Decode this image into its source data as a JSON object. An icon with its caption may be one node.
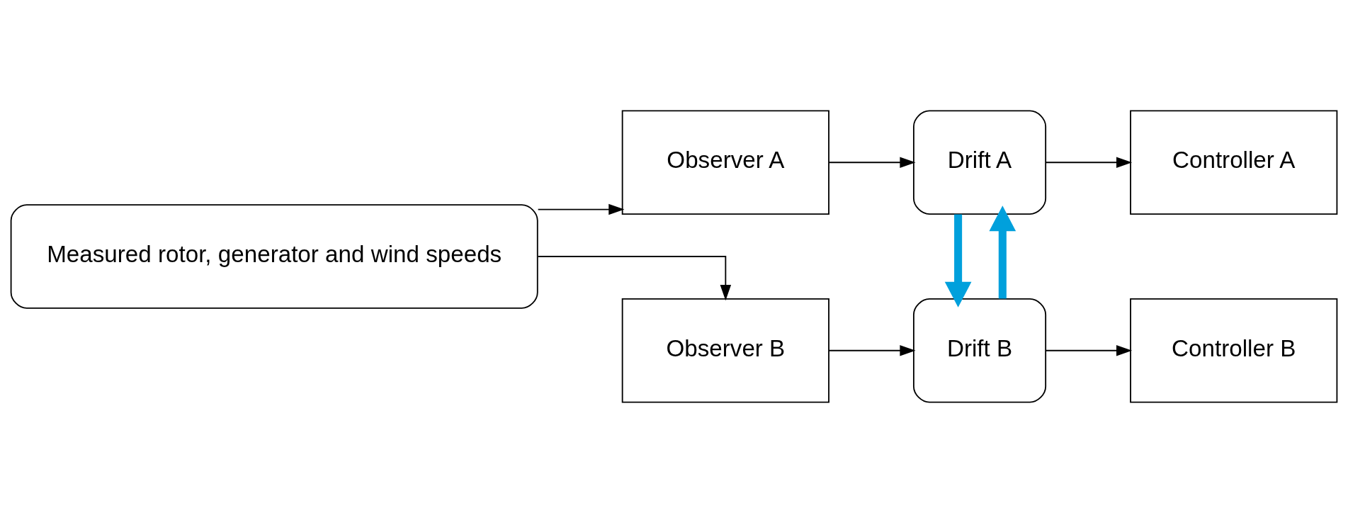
{
  "diagram": {
    "nodes": [
      {
        "text": [
          "Measured rotor, generator and wind speeds"
        ]
      },
      {
        "text": [
          "Observer A"
        ]
      },
      {
        "text": [
          "Drift A"
        ]
      },
      {
        "text": [
          "Controller A"
        ]
      },
      {
        "text": [
          "Observer B"
        ]
      },
      {
        "text": [
          "Drift B"
        ]
      },
      {
        "text": [
          "Controller B"
        ]
      }
    ],
    "edges": [
      {
        "from": 0,
        "to": 1,
        "arrow": "to"
      },
      {
        "from": 0,
        "to": 4,
        "arrow": "to"
      },
      {
        "from": 1,
        "to": 2,
        "arrow": "to"
      },
      {
        "from": 2,
        "to": 3,
        "arrow": "to"
      },
      {
        "from": 4,
        "to": 5,
        "arrow": "to"
      },
      {
        "from": 5,
        "to": 6,
        "arrow": "to"
      },
      {
        "from": 2,
        "to": 5,
        "arrow": "to",
        "style": "thick",
        "color": "#00a0dc"
      },
      {
        "from": 5,
        "to": 2,
        "arrow": "to",
        "style": "thick",
        "color": "#00a0dc"
      }
    ]
  }
}
